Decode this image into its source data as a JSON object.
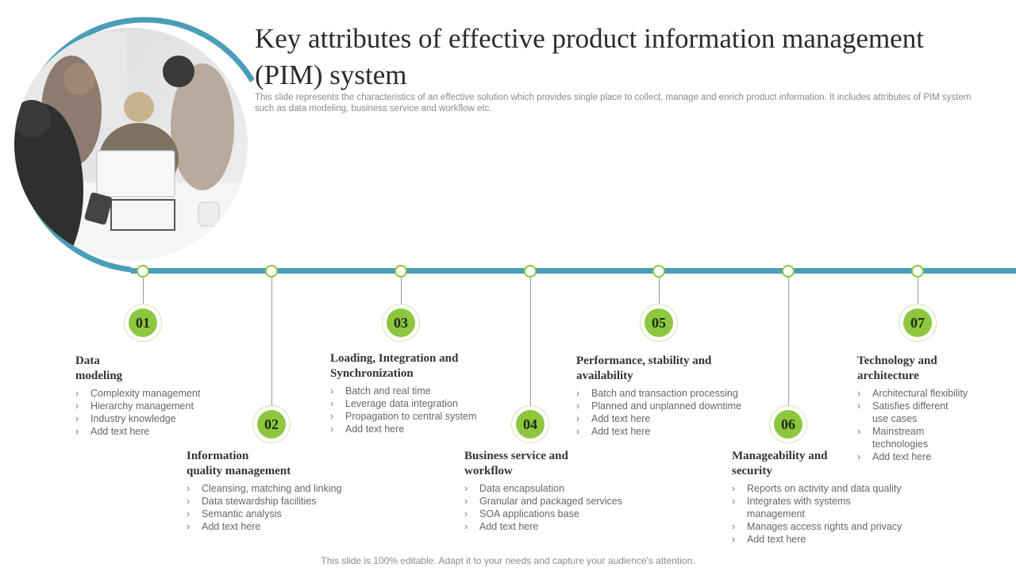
{
  "slide": {
    "title": "Key attributes of effective product information management (PIM) system",
    "subtitle": "This slide represents the characteristics of an effective solution which provides single place to collect, manage and enrich product information. It includes attributes of PIM system such as data modeling, business service and workflow etc.",
    "footer": "This slide is 100% editable. Adapt it to your needs and capture your audience's attention."
  },
  "colors": {
    "accent_green": "#8dc63f",
    "accent_blue": "#4a9eb8",
    "title_text": "#2b2b2b"
  },
  "steps": [
    {
      "number": "01",
      "title_lines": [
        "Data",
        "modeling"
      ],
      "items": [
        [
          "Complexity management"
        ],
        [
          "Hierarchy management"
        ],
        [
          "Industry knowledge"
        ],
        [
          "Add text here"
        ]
      ]
    },
    {
      "number": "02",
      "title_lines": [
        "Information",
        "quality management"
      ],
      "items": [
        [
          "Cleansing, matching and linking"
        ],
        [
          "Data stewardship facilities"
        ],
        [
          "Semantic analysis"
        ],
        [
          "Add text here"
        ]
      ]
    },
    {
      "number": "03",
      "title_lines": [
        "Loading, Integration and",
        "Synchronization"
      ],
      "items": [
        [
          "Batch and real time"
        ],
        [
          "Leverage  data integration"
        ],
        [
          "Propagation to central system"
        ],
        [
          "Add text here"
        ]
      ]
    },
    {
      "number": "04",
      "title_lines": [
        "Business service and",
        "workflow"
      ],
      "items": [
        [
          "Data encapsulation"
        ],
        [
          "Granular and packaged services"
        ],
        [
          "SOA applications base"
        ],
        [
          "Add text here"
        ]
      ]
    },
    {
      "number": "05",
      "title_lines": [
        "Performance, stability and",
        "availability"
      ],
      "items": [
        [
          "Batch and transaction processing"
        ],
        [
          "Planned and unplanned downtime"
        ],
        [
          "Add text here"
        ],
        [
          "Add text here"
        ]
      ]
    },
    {
      "number": "06",
      "title_lines": [
        "Manageability and",
        "security"
      ],
      "items": [
        [
          "Reports on activity and data quality"
        ],
        [
          "Integrates with systems",
          "management"
        ],
        [
          "Manages access rights and privacy"
        ],
        [
          "Add text here"
        ]
      ]
    },
    {
      "number": "07",
      "title_lines": [
        "Technology and",
        "architecture"
      ],
      "items": [
        [
          "Architectural flexibility"
        ],
        [
          "Satisfies different",
          "use cases"
        ],
        [
          "Mainstream",
          "technologies"
        ],
        [
          "Add text here"
        ]
      ]
    }
  ]
}
